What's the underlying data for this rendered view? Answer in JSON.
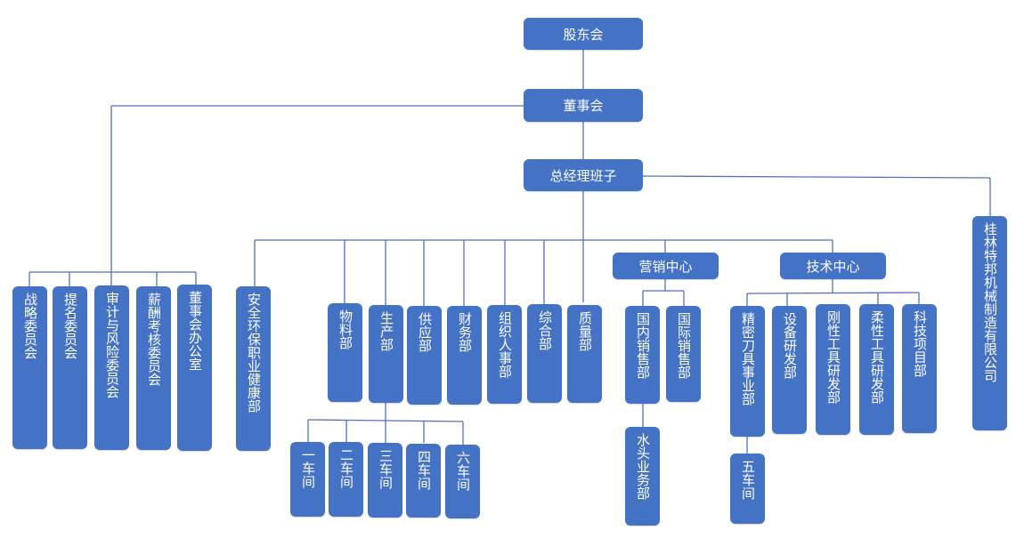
{
  "colors": {
    "node_fill": "#4472c4",
    "node_text": "#ffffff",
    "connector": "#4f72bf"
  },
  "chart_title_levels": {
    "shareholders": "股东会",
    "board": "董事会",
    "gm_team": "总经理班子"
  },
  "board_committees": [
    "战略委员会",
    "提名委员会",
    "审计与风险委员会",
    "薪酬考核委员会",
    "董事会办公室"
  ],
  "subsidiary": "桂林特邦机械制造有限公司",
  "departments": [
    "安全环保职业健康部",
    "物料部",
    "生产部",
    "供应部",
    "财务部",
    "组织人事部",
    "综合部",
    "质量部"
  ],
  "workshops": [
    "一车间",
    "二车间",
    "三车间",
    "四车间",
    "六车间"
  ],
  "marketing": {
    "center": "营销中心",
    "units": [
      "国内销售部",
      "国际销售部"
    ],
    "sub_unit": "水头业务部"
  },
  "technology": {
    "center": "技术中心",
    "units": [
      "精密刀具事业部",
      "设备研发部",
      "刚性工具研发部",
      "柔性工具研发部",
      "科技项目部"
    ],
    "sub_unit": "五车间"
  }
}
